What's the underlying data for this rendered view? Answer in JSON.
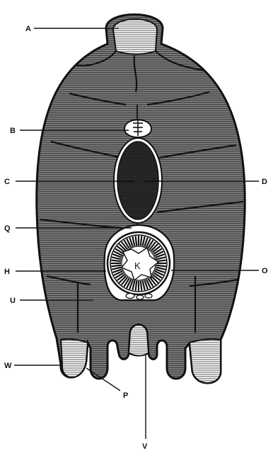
{
  "labels": {
    "A": "A",
    "B": "B",
    "C": "C",
    "D": "D",
    "Q": "Q",
    "H": "H",
    "K": "K",
    "O": "O",
    "U": "U",
    "W": "W",
    "P": "P",
    "V": "V"
  },
  "colors": {
    "ink": "#111111",
    "background": "#ffffff",
    "muscle_shade": "#6f6f6f",
    "core_shade": "#3a3a3a"
  }
}
